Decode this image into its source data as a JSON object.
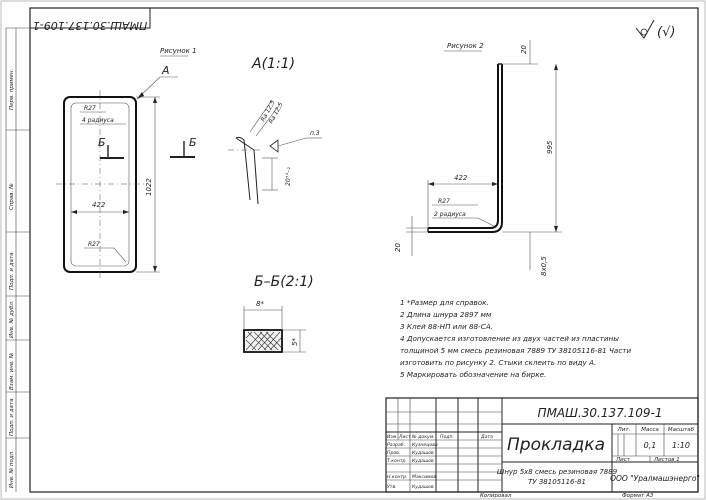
{
  "drawing": {
    "stamp_upside_down": "ПМАШ.30.137.109-1",
    "figure1_title": "Рисунок 1",
    "figure1_view_letter": "А",
    "figure1_section_mark_left": "Б",
    "figure1_section_mark_right": "Б",
    "figure1_radius_top": "R27",
    "figure1_radius_note": "4 радиуса",
    "figure1_width": "422",
    "figure1_height": "1022",
    "figure1_radius_bottom": "R27",
    "detail_a_title": "А(1:1)",
    "detail_a_rough1": "Ra 12,5",
    "detail_a_rough2": "Ra 12,5",
    "detail_a_weld": "п.3",
    "detail_a_dim": "20⁺¹₋₂",
    "section_title": "Б–Б(2:1)",
    "section_width": "8*",
    "section_height": "5*",
    "figure2_title": "Рисунок 2",
    "figure2_top_dim": "20",
    "figure2_height": "995",
    "figure2_width": "422",
    "figure2_radius": "R27",
    "figure2_radius_note": "2 радиуса",
    "figure2_bottom_dim": "20",
    "figure2_bottom_tol": "8х0,5",
    "roughness_symbol": "(√)"
  },
  "notes": [
    "1  *Размер для справок.",
    "2  Длина шнура 2897 мм",
    "3  Клей 88-НП или 88-СА.",
    "4  Допускается изготовление из двух частей из пластины",
    "толщиной 5 мм смесь резиновая 7889 ТУ 38105116-81 Части",
    "изготовить по рисунку 2. Стыки склеить по виду А.",
    "5  Маркировать обозначение на бирке."
  ],
  "title_block": {
    "designation": "ПМАШ.30.137.109-1",
    "part_name": "Прокладка",
    "material_line1": "Шнур 5х8 смесь резиновая 7889",
    "material_line2": "ТУ 38105116-81",
    "org": "ООО \"Уралмашэнерго\"",
    "lit_label": "Лит.",
    "mass_label": "Масса",
    "scale_label": "Масштаб",
    "mass_value": "0,1",
    "scale_value": "1:10",
    "sheet_label": "Лист",
    "sheets_label": "Листов  1",
    "copied_label": "Копировал",
    "format_label": "Формат  А3",
    "rows": [
      {
        "role": "Изм.",
        "name": "Лист",
        "doc": "№ докум.",
        "sign": "Подп.",
        "date": "Дата"
      },
      {
        "role": "Разраб.",
        "name": "Кузнецова",
        "doc": "",
        "sign": "",
        "date": ""
      },
      {
        "role": "Пров.",
        "name": "Кудашов",
        "doc": "",
        "sign": "",
        "date": ""
      },
      {
        "role": "Т.контр.",
        "name": "Кудашов",
        "doc": "",
        "sign": "",
        "date": ""
      },
      {
        "role": "",
        "name": "",
        "doc": "",
        "sign": "",
        "date": ""
      },
      {
        "role": "Н.контр.",
        "name": "Максимов",
        "doc": "",
        "sign": "",
        "date": ""
      },
      {
        "role": "Утв.",
        "name": "Кудашов",
        "doc": "",
        "sign": "",
        "date": ""
      }
    ]
  },
  "margin_labels": [
    "Перв. примен.",
    "Справ. №",
    "Подп. и дата",
    "Инв. № дубл.",
    "Взам. инв. №",
    "Подп. и дата",
    "Инв. № подл."
  ]
}
